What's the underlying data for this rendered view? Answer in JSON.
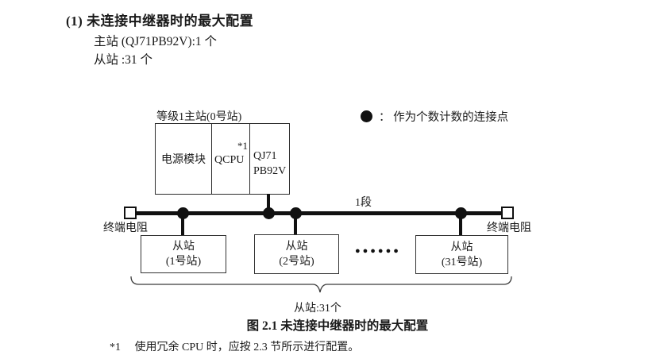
{
  "header": {
    "title": "(1) 未连接中继器时的最大配置",
    "master_count": "主站 (QJ71PB92V):1 个",
    "slave_count": "从站 :31 个"
  },
  "legend": {
    "symbol": "connection-point-dot",
    "label": "：  作为个数计数的连接点"
  },
  "diagram": {
    "master": {
      "label": "等级1主站(0号站)",
      "power_module": "电源模块",
      "cpu": "QCPU",
      "cpu_note": "*1",
      "pb_line1": "QJ71",
      "pb_line2": "PB92V"
    },
    "bus": {
      "segment_label": "1段",
      "terminator_left": "终端电阻",
      "terminator_right": "终端电阻"
    },
    "slaves": [
      {
        "line1": "从站",
        "line2": "(1号站)"
      },
      {
        "line1": "从站",
        "line2": "(2号站)"
      },
      {
        "line1": "从站",
        "line2": "(31号站)"
      }
    ],
    "ellipsis": "●●●●●●",
    "brace_label": "从站:31个"
  },
  "caption": "图 2.1 未连接中继器时的最大配置",
  "footnote": {
    "marker": "*1",
    "text": "使用冗余 CPU 时，应按 2.3 节所示进行配置。"
  }
}
